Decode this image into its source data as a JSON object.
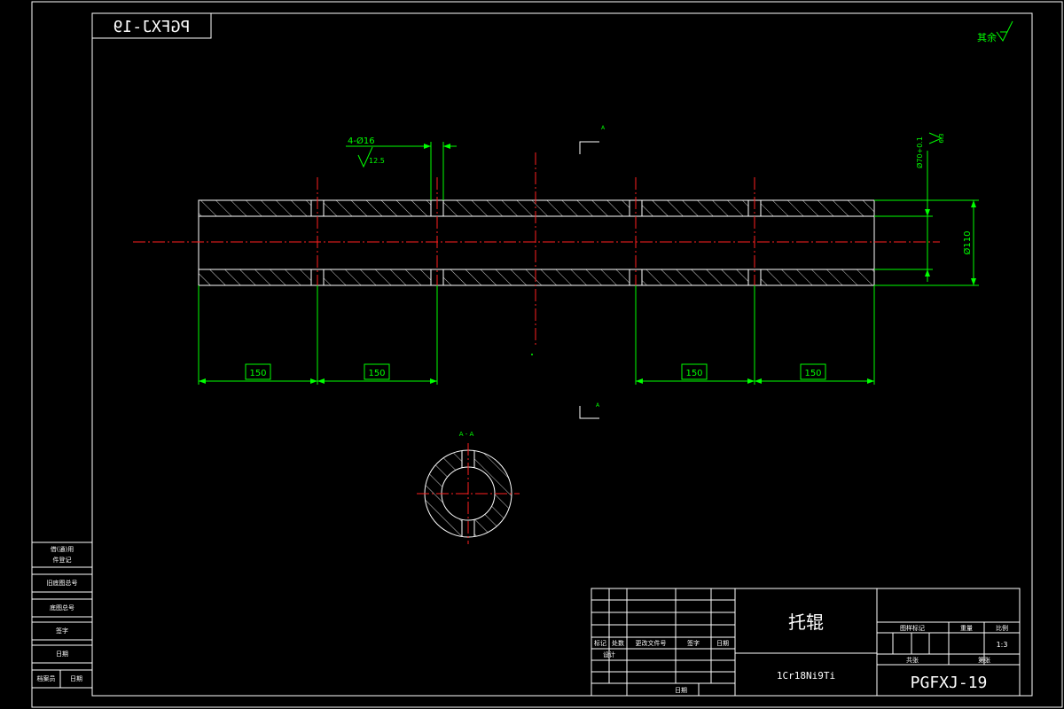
{
  "drawing_number": "PGFXJ-19",
  "drawing_number_mirrored": "PGFXJ-19",
  "roughness_note": "其余",
  "part_name": "托辊",
  "material": "1Cr18Ni9Ti",
  "scale": "1:3",
  "hole_callout": "4-Ø16",
  "hole_roughness": "12.5",
  "outer_diameter": "Ø110",
  "inner_callout": "Ø70+0.1",
  "inner_roughness": "6.3",
  "section_marker": "A",
  "section_title": "A - A",
  "dimensions": [
    "150",
    "150",
    "150",
    "150"
  ],
  "left_table": {
    "r1": "借(通)用",
    "r1b": "件登记",
    "r2": "旧底图总号",
    "r3": "底图总号",
    "r4": "签字",
    "r5": "日期",
    "r6a": "档案员",
    "r6b": "日期"
  },
  "title_block": {
    "mark": "标记",
    "count": "处数",
    "change_doc": "更改文件号",
    "sign": "签字",
    "date": "日期",
    "design": "设计",
    "date2": "日期",
    "stage_mark": "图样标记",
    "weight": "重量",
    "scale_label": "比例",
    "total": "共张",
    "sheet": "第张"
  }
}
